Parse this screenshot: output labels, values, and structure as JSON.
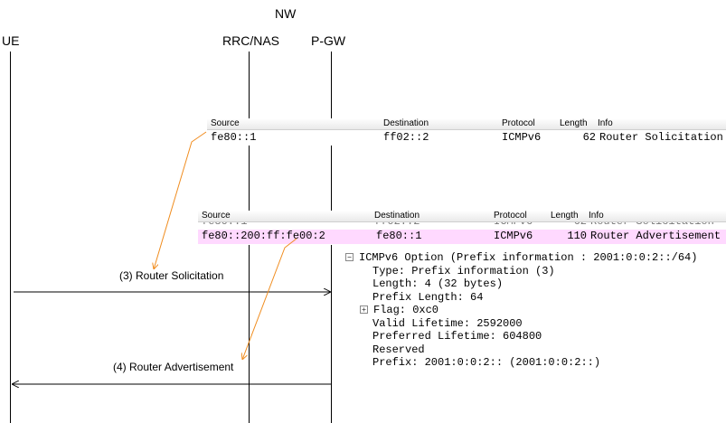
{
  "diagram": {
    "nw_label": "NW",
    "ue_label": "UE",
    "rrc_label": "RRC/NAS",
    "pgw_label": "P-GW",
    "msg3_label": "(3) Router Solicitation",
    "msg4_label": "(4) Router Advertisement"
  },
  "capture1": {
    "headers": {
      "source": "Source",
      "destination": "Destination",
      "protocol": "Protocol",
      "length": "Length",
      "info": "Info"
    },
    "row": {
      "source": "fe80::1",
      "destination": "ff02::2",
      "protocol": "ICMPv6",
      "length": "62",
      "info": "Router Solicitation"
    }
  },
  "capture2": {
    "headers": {
      "source": "Source",
      "destination": "Destination",
      "protocol": "Protocol",
      "length": "Length",
      "info": "Info"
    },
    "row": {
      "source": "fe80::200:ff:fe00:2",
      "destination": "fe80::1",
      "protocol": "ICMPv6",
      "length": "110",
      "info": "Router Advertisement"
    },
    "row_highlight": "#ffd9ff",
    "detail": {
      "option": "ICMPv6 Option (Prefix information : 2001:0:0:2::/64)",
      "type": "Type: Prefix information (3)",
      "length": "Length: 4 (32 bytes)",
      "prefix_length": "Prefix Length: 64",
      "flag": "Flag: 0xc0",
      "valid_lifetime": "Valid Lifetime: 2592000",
      "preferred_lifetime": "Preferred Lifetime: 604800",
      "reserved": "Reserved",
      "prefix": "Prefix: 2001:0:0:2:: (2001:0:0:2::)"
    }
  },
  "colors": {
    "callout": "#f08c1e",
    "line": "#000000"
  }
}
